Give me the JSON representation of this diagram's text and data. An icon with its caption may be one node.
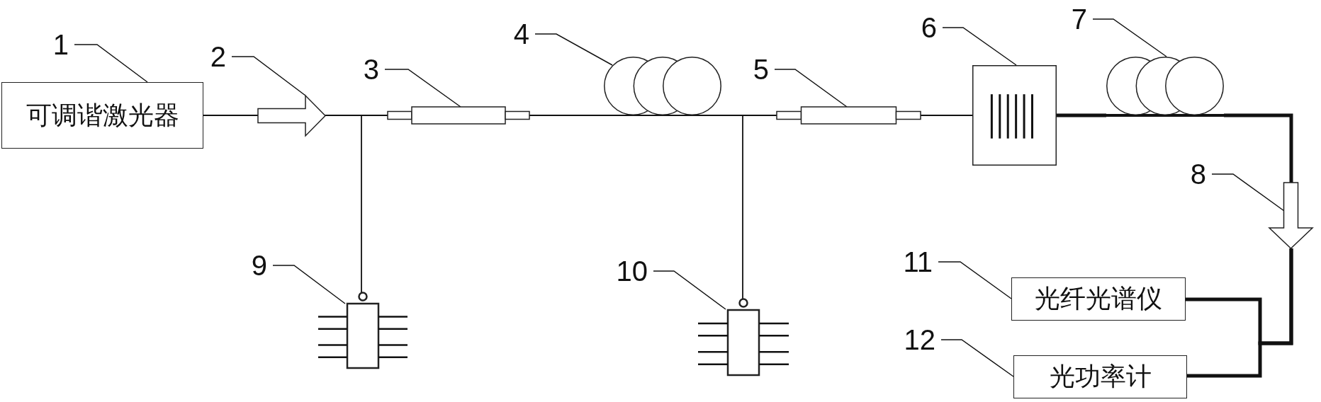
{
  "diagram": {
    "nodes": [
      {
        "text": [
          "可调谐激光器"
        ]
      },
      {
        "text": [],
        "shape": "arrow"
      },
      {
        "text": [],
        "shape": "cylinder"
      },
      {
        "text": [],
        "shape": "coil"
      },
      {
        "text": [],
        "shape": "cylinder"
      },
      {
        "text": [],
        "shape": "box"
      },
      {
        "text": [],
        "shape": "coil"
      },
      {
        "text": [],
        "shape": "arrow"
      },
      {
        "text": [],
        "shape": "chip"
      },
      {
        "text": [],
        "shape": "chip"
      },
      {
        "text": [
          "光纤光谱仪"
        ]
      },
      {
        "text": [
          "光功率计"
        ]
      },
      {
        "text": [
          "1"
        ]
      },
      {
        "text": [
          "2"
        ]
      },
      {
        "text": [
          "3"
        ]
      },
      {
        "text": [
          "4"
        ]
      },
      {
        "text": [
          "5"
        ]
      },
      {
        "text": [
          "6"
        ]
      },
      {
        "text": [
          "7"
        ]
      },
      {
        "text": [
          "8"
        ]
      },
      {
        "text": [
          "9"
        ]
      },
      {
        "text": [
          "10"
        ]
      },
      {
        "text": [
          "11"
        ]
      },
      {
        "text": [
          "12"
        ]
      }
    ],
    "edges": [
      {
        "from": 0,
        "to": 1,
        "arrow": "none"
      },
      {
        "from": 1,
        "to": 2,
        "arrow": "none"
      },
      {
        "from": 1,
        "to": 8,
        "arrow": "none"
      },
      {
        "from": 2,
        "to": 3,
        "arrow": "none"
      },
      {
        "from": 3,
        "to": 4,
        "arrow": "none"
      },
      {
        "from": 3,
        "to": 9,
        "arrow": "none"
      },
      {
        "from": 4,
        "to": 5,
        "arrow": "none"
      },
      {
        "from": 5,
        "to": 6,
        "arrow": "none",
        "style": "thick"
      },
      {
        "from": 6,
        "to": 7,
        "arrow": "none",
        "style": "thick"
      },
      {
        "from": 7,
        "to": 10,
        "arrow": "none",
        "style": "thick"
      },
      {
        "from": 7,
        "to": 11,
        "arrow": "none",
        "style": "thick"
      },
      {
        "from": 12,
        "to": 0,
        "arrow": "none"
      },
      {
        "from": 13,
        "to": 1,
        "arrow": "none"
      },
      {
        "from": 14,
        "to": 2,
        "arrow": "none"
      },
      {
        "from": 15,
        "to": 3,
        "arrow": "none"
      },
      {
        "from": 16,
        "to": 4,
        "arrow": "none"
      },
      {
        "from": 17,
        "to": 5,
        "arrow": "none"
      },
      {
        "from": 18,
        "to": 6,
        "arrow": "none"
      },
      {
        "from": 19,
        "to": 7,
        "arrow": "none"
      },
      {
        "from": 20,
        "to": 8,
        "arrow": "none"
      },
      {
        "from": 21,
        "to": 9,
        "arrow": "none"
      },
      {
        "from": 22,
        "to": 10,
        "arrow": "none"
      },
      {
        "from": 23,
        "to": 11,
        "arrow": "none"
      }
    ]
  }
}
